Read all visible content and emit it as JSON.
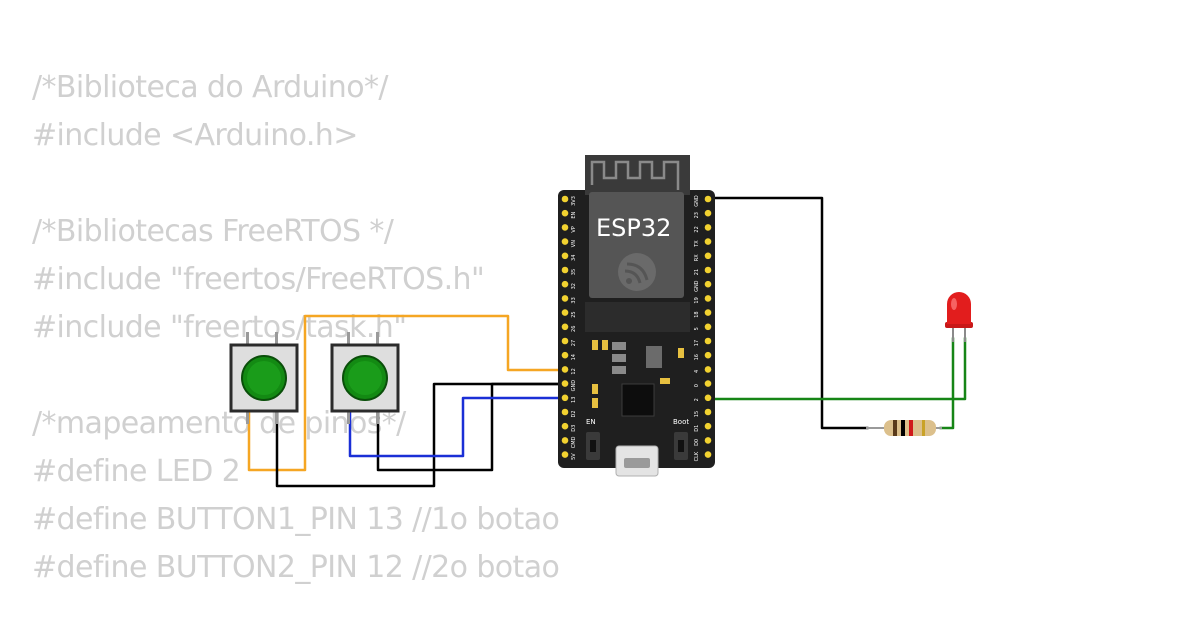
{
  "code": {
    "lines": [
      "/*Biblioteca do Arduino*/",
      "#include <Arduino.h>",
      "",
      "/*Bibliotecas FreeRTOS */",
      "#include \"freertos/FreeRTOS.h\"",
      "#include \"freertos/task.h\"",
      "",
      "/*mapeamento de pinos*/",
      "#define LED 2",
      "#define BUTTON1_PIN 13 //1o botao",
      "#define BUTTON2_PIN 12 //2o botao"
    ]
  },
  "board": {
    "title": "ESP32",
    "en_label": "EN",
    "boot_label": "Boot",
    "left_pins": [
      "3V3",
      "EN",
      "VP",
      "VN",
      "34",
      "35",
      "32",
      "33",
      "25",
      "26",
      "27",
      "14",
      "12",
      "GND",
      "13",
      "D2",
      "D3",
      "CMD",
      "5V"
    ],
    "right_pins": [
      "GND",
      "23",
      "22",
      "TX",
      "RX",
      "21",
      "GND",
      "19",
      "18",
      "5",
      "17",
      "16",
      "4",
      "0",
      "2",
      "15",
      "D1",
      "D0",
      "CLK"
    ]
  },
  "colors": {
    "wire_orange": "#f5a623",
    "wire_black": "#000000",
    "wire_blue": "#1a2fd6",
    "wire_green": "#168516",
    "board": "#1f1f1f",
    "pin": "#f2d230",
    "button_cap": "#138a13",
    "led": "#e21d1d"
  }
}
